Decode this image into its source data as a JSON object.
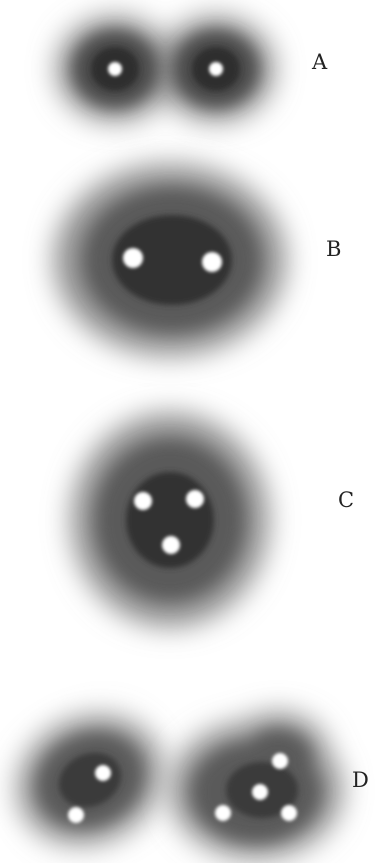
{
  "figure": {
    "labels": {
      "a": "A",
      "b": "B",
      "c": "C",
      "d": "D"
    }
  },
  "colors": {
    "background": "#ffffff",
    "cloud_core": "#2f2f2f",
    "cloud_mid": "#6a6a6a",
    "cloud_edge": "#ffffff",
    "nucleus": "#ffffff"
  },
  "icons": {
    "cloud": "gradient-electron-cloud",
    "nucleus": "white-dot-nucleus"
  }
}
